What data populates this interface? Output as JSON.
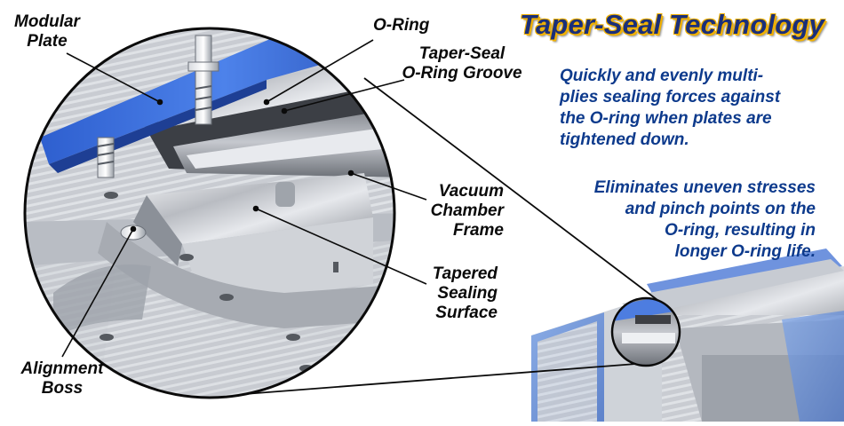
{
  "title": "Taper-Seal Technology",
  "callouts": {
    "modular_plate_line1": "Modular",
    "modular_plate_line2": "Plate",
    "o_ring": "O-Ring",
    "groove_line1": "Taper-Seal",
    "groove_line2": "O-Ring Groove",
    "vacuum_line1": "Vacuum",
    "vacuum_line2": "Chamber",
    "vacuum_line3": "Frame",
    "tapered_line1": "Tapered",
    "tapered_line2": "Sealing",
    "tapered_line3": "Surface",
    "alignment_line1": "Alignment",
    "alignment_line2": "Boss"
  },
  "description": {
    "p1_line1": "Quickly and evenly multi-",
    "p1_line2": "plies sealing forces against",
    "p1_line3": "the O-ring when plates are",
    "p1_line4": "tightened down.",
    "p2_line1": "Eliminates uneven stresses",
    "p2_line2": "and pinch points on the",
    "p2_line3": "O-ring, resulting in",
    "p2_line4": "longer O-ring life."
  },
  "colors": {
    "title_text": "#1a2f7a",
    "title_outline": "#f0b000",
    "body_text": "#0d3a8c",
    "plate_blue": "#3b6fd8"
  }
}
